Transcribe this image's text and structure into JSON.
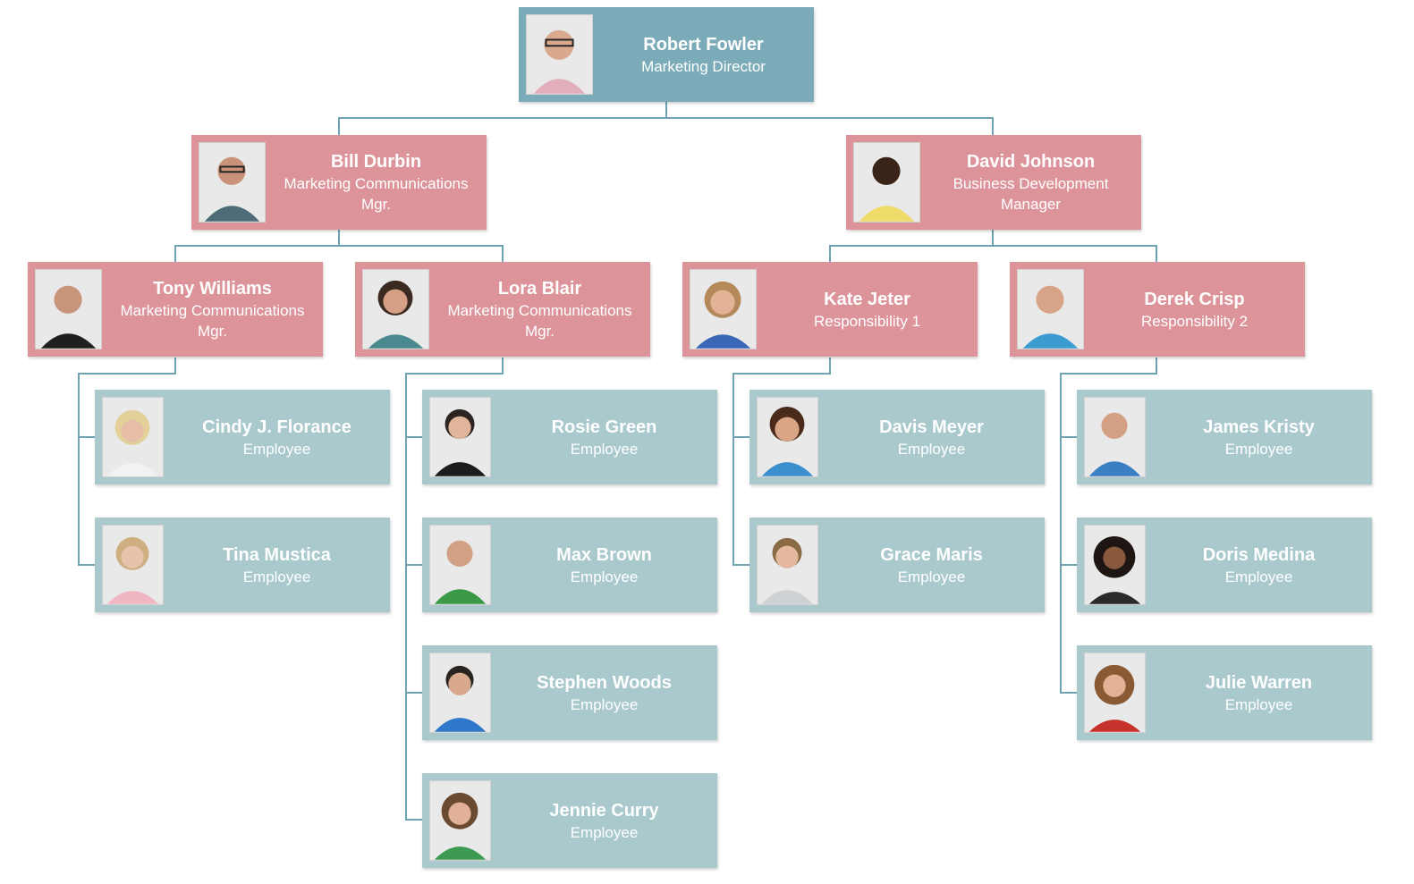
{
  "colors": {
    "director": "#7babb8",
    "manager": "#dc949a",
    "employee": "#a9c9cd",
    "connector": "#6fa3b4"
  },
  "director": {
    "name": "Robert Fowler",
    "role": "Marketing Director"
  },
  "managers": [
    {
      "name": "Bill Durbin",
      "role": "Marketing Communications Mgr."
    },
    {
      "name": "David Johnson",
      "role": "Business Development Manager"
    }
  ],
  "leads": [
    {
      "name": "Tony Williams",
      "role": "Marketing Communications Mgr."
    },
    {
      "name": "Lora Blair",
      "role": "Marketing Communications Mgr."
    },
    {
      "name": "Kate Jeter",
      "role": "Responsibility 1"
    },
    {
      "name": "Derek Crisp",
      "role": "Responsibility 2"
    }
  ],
  "teams": {
    "tony": [
      {
        "name": "Cindy J. Florance",
        "role": "Employee"
      },
      {
        "name": "Tina Mustica",
        "role": "Employee"
      }
    ],
    "lora": [
      {
        "name": "Rosie Green",
        "role": "Employee"
      },
      {
        "name": "Max Brown",
        "role": "Employee"
      },
      {
        "name": "Stephen Woods",
        "role": "Employee"
      },
      {
        "name": "Jennie Curry",
        "role": "Employee"
      }
    ],
    "kate": [
      {
        "name": "Davis Meyer",
        "role": "Employee"
      },
      {
        "name": "Grace Maris",
        "role": "Employee"
      }
    ],
    "derek": [
      {
        "name": "James Kristy",
        "role": "Employee"
      },
      {
        "name": "Doris Medina",
        "role": "Employee"
      },
      {
        "name": "Julie Warren",
        "role": "Employee"
      }
    ]
  }
}
